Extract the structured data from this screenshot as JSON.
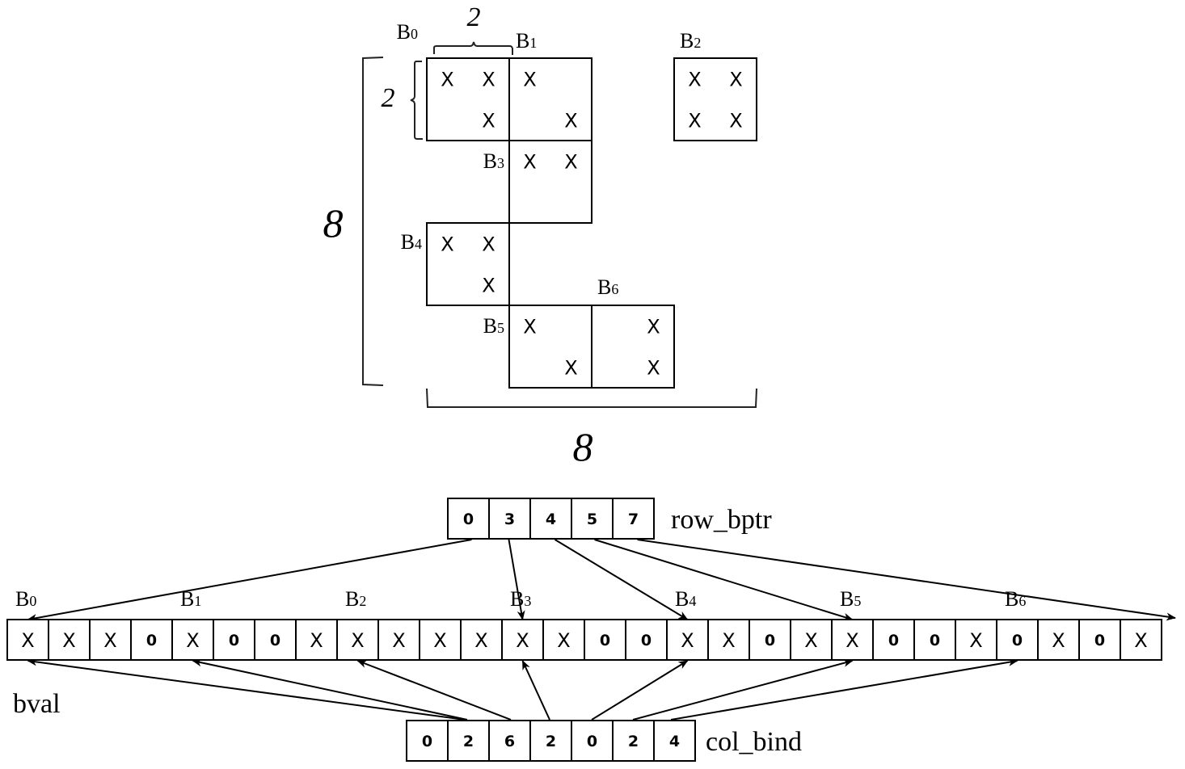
{
  "matrix": {
    "size_label_rows": "8",
    "size_label_cols": "8",
    "block_size_label_rows": "2",
    "block_size_label_cols": "2",
    "blocks": [
      {
        "label": "B",
        "sub": "0",
        "block_row": 0,
        "block_col": 0,
        "cells": [
          [
            "X",
            "X"
          ],
          [
            "",
            "X"
          ]
        ]
      },
      {
        "label": "B",
        "sub": "1",
        "block_row": 0,
        "block_col": 1,
        "cells": [
          [
            "X",
            ""
          ],
          [
            "",
            "X"
          ]
        ]
      },
      {
        "label": "B",
        "sub": "2",
        "block_row": 0,
        "block_col": 3,
        "cells": [
          [
            "X",
            "X"
          ],
          [
            "X",
            "X"
          ]
        ]
      },
      {
        "label": "B",
        "sub": "3",
        "block_row": 1,
        "block_col": 1,
        "cells": [
          [
            "X",
            "X"
          ],
          [
            "",
            ""
          ]
        ]
      },
      {
        "label": "B",
        "sub": "4",
        "block_row": 2,
        "block_col": 0,
        "cells": [
          [
            "X",
            "X"
          ],
          [
            "",
            "X"
          ]
        ]
      },
      {
        "label": "B",
        "sub": "5",
        "block_row": 3,
        "block_col": 1,
        "cells": [
          [
            "X",
            ""
          ],
          [
            "",
            "X"
          ]
        ]
      },
      {
        "label": "B",
        "sub": "6",
        "block_row": 3,
        "block_col": 2,
        "cells": [
          [
            "",
            "X"
          ],
          [
            "",
            "X"
          ]
        ]
      }
    ]
  },
  "row_bptr": {
    "name": "row_bptr",
    "values": [
      "0",
      "3",
      "4",
      "5",
      "7"
    ]
  },
  "bval": {
    "name": "bval",
    "values": [
      "X",
      "X",
      "X",
      "0",
      "X",
      "0",
      "0",
      "X",
      "X",
      "X",
      "X",
      "X",
      "X",
      "X",
      "0",
      "0",
      "X",
      "X",
      "0",
      "X",
      "X",
      "0",
      "0",
      "X",
      "0",
      "X",
      "0",
      "X"
    ],
    "block_labels": [
      {
        "label": "B",
        "sub": "0"
      },
      {
        "label": "B",
        "sub": "1"
      },
      {
        "label": "B",
        "sub": "2"
      },
      {
        "label": "B",
        "sub": "3"
      },
      {
        "label": "B",
        "sub": "4"
      },
      {
        "label": "B",
        "sub": "5"
      },
      {
        "label": "B",
        "sub": "6"
      }
    ]
  },
  "col_bind": {
    "name": "col_bind",
    "values": [
      "0",
      "2",
      "6",
      "2",
      "0",
      "2",
      "4"
    ]
  }
}
